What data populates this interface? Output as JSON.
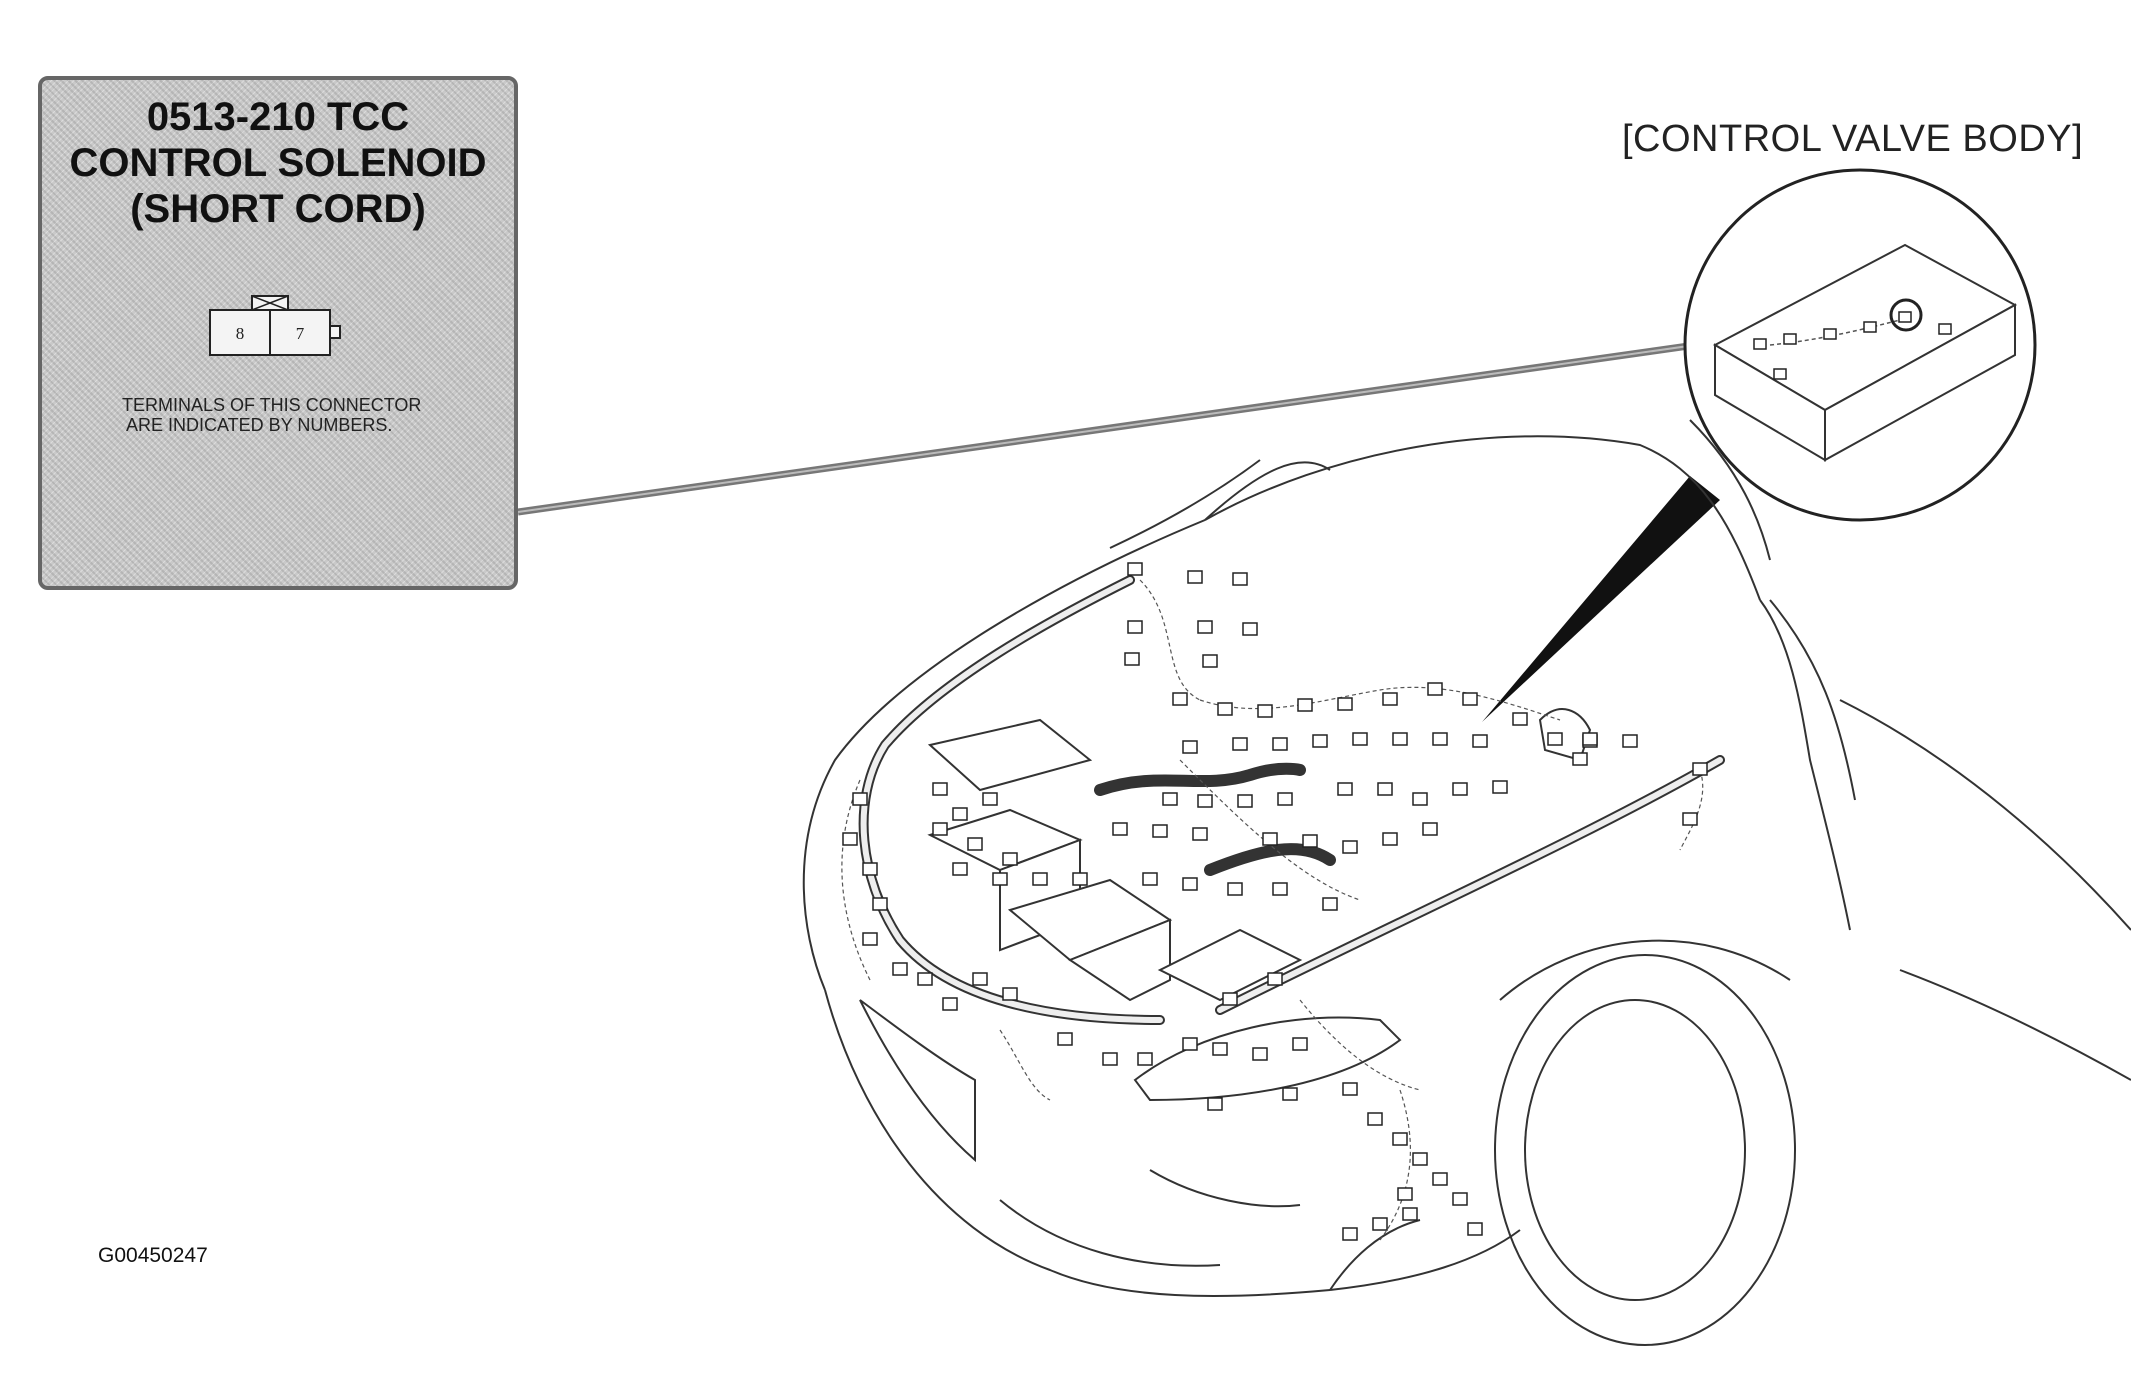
{
  "callout": {
    "title_lines": [
      "0513-210 TCC",
      "CONTROL SOLENOID",
      "(SHORT CORD)"
    ],
    "connector_terminals": [
      "8",
      "7"
    ],
    "note_lines": [
      "TERMINALS OF THIS CONNECTOR",
      "ARE INDICATED BY NUMBERS."
    ]
  },
  "location_label": "[CONTROL VALVE BODY]",
  "figure_code": "G00450247"
}
